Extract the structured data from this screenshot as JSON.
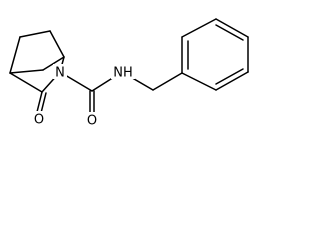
{
  "molecule": {
    "atoms": {
      "n_ring": "N",
      "n_amide": "NH",
      "o_amide": "O",
      "o_ketone": "O"
    }
  },
  "colors": {
    "bond": "#000000",
    "label": "#000000",
    "background": "#ffffff"
  }
}
